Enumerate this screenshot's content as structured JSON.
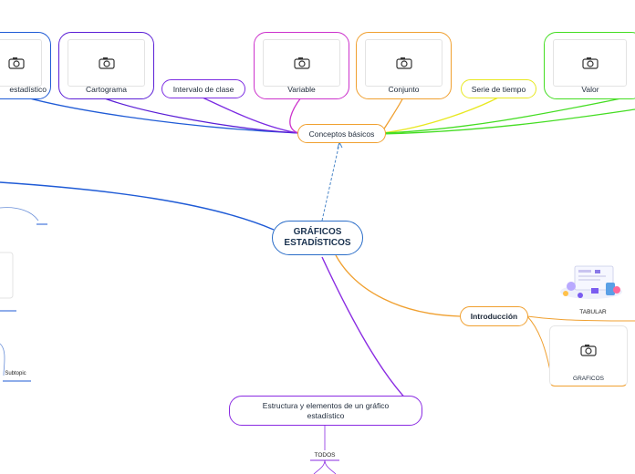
{
  "central": {
    "label_line1": "GRÁFICOS",
    "label_line2": "ESTADÍSTICOS"
  },
  "conceptos": {
    "label": "Conceptos básicos"
  },
  "cards": {
    "estadistico": "estadístico",
    "cartograma": "Cartograma",
    "variable": "Variable",
    "conjunto": "Conjunto",
    "valor": "Valor",
    "graficos": "GRAFICOS"
  },
  "pills": {
    "intervalo": "Intervalo de clase",
    "serie": "Serie de tiempo"
  },
  "introduccion": {
    "label": "Introducción"
  },
  "tabular": {
    "label": "TABULAR"
  },
  "estructura": {
    "line1": "Estructura y elementos de un gráfico",
    "line2": "estadístico"
  },
  "todos": {
    "label": "TODOS"
  },
  "subtopic": {
    "label": "Subtopic"
  },
  "colors": {
    "blue": "#1f5bd6",
    "purple": "#5b1fd6",
    "violet": "#8a2be2",
    "magenta": "#cc33cc",
    "orange": "#f0a030",
    "yellow": "#e8e820",
    "green": "#44dd22",
    "navy": "#1b3350"
  },
  "icons": {
    "card": "camera-icon",
    "tabular": "tabular-illustration"
  }
}
